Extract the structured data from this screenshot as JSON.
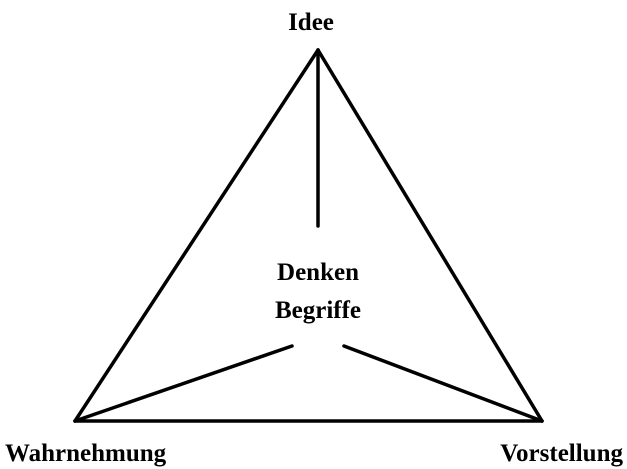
{
  "diagram": {
    "nodes": {
      "top": "Idee",
      "bottom_left": "Wahrnehmung",
      "bottom_right": "Vorstellung",
      "center_line1": "Denken",
      "center_line2": "Begriffe"
    },
    "edges": [
      [
        "Idee",
        "Wahrnehmung"
      ],
      [
        "Idee",
        "Vorstellung"
      ],
      [
        "Wahrnehmung",
        "Vorstellung"
      ],
      [
        "Idee",
        "Denken"
      ],
      [
        "Wahrnehmung",
        "Denken"
      ],
      [
        "Vorstellung",
        "Denken"
      ]
    ],
    "colors": {
      "line": "#000000",
      "text": "#000000",
      "background": "#ffffff"
    }
  }
}
